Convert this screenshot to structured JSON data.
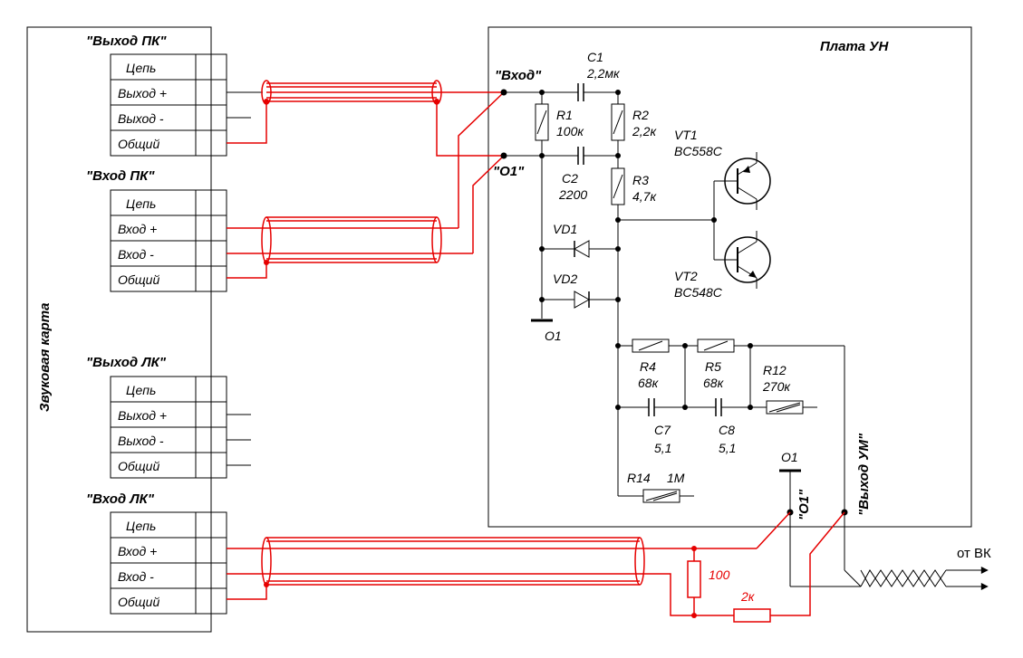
{
  "sound_card": {
    "label": "Звуковая карта",
    "blocks": [
      {
        "title": "\"Выход ПК\"",
        "rows": [
          "Цепь",
          "Выход +",
          "Выход -",
          "Общий"
        ]
      },
      {
        "title": "\"Вход ПК\"",
        "rows": [
          "Цепь",
          "Вход +",
          "Вход -",
          "Общий"
        ]
      },
      {
        "title": "\"Выход ЛК\"",
        "rows": [
          "Цепь",
          "Выход +",
          "Выход -",
          "Общий"
        ]
      },
      {
        "title": "\"Вход ЛК\"",
        "rows": [
          "Цепь",
          "Вход +",
          "Вход -",
          "Общий"
        ]
      }
    ]
  },
  "board": {
    "title": "Плата УН",
    "input_label": "\"Вход\"",
    "o1_label": "\"O1\"",
    "ground_label": "O1",
    "c1": {
      "name": "C1",
      "value": "2,2мк"
    },
    "c2": {
      "name": "C2",
      "value": "2200"
    },
    "r1": {
      "name": "R1",
      "value": "100к"
    },
    "r2": {
      "name": "R2",
      "value": "2,2к"
    },
    "r3": {
      "name": "R3",
      "value": "4,7к"
    },
    "vt1": {
      "name": "VT1",
      "value": "BC558C"
    },
    "vt2": {
      "name": "VT2",
      "value": "BC548C"
    },
    "vd1": "VD1",
    "vd2": "VD2",
    "r4": {
      "name": "R4",
      "value": "68к"
    },
    "r5": {
      "name": "R5",
      "value": "68к"
    },
    "r12": {
      "name": "R12",
      "value": "270к"
    },
    "c7": {
      "name": "C7",
      "value": "5,1"
    },
    "c8": {
      "name": "C8",
      "value": "5,1"
    },
    "r14": {
      "name": "R14",
      "value": "1M"
    },
    "o1_top_label": "O1",
    "o1_out_label": "\"O1\"",
    "out_um_label": "\"Выход УМ\""
  },
  "external": {
    "r_100": "100",
    "r_2k": "2к",
    "from_vk": "от ВК"
  },
  "colors": {
    "wire": "#000000",
    "cable": "#e60000",
    "background": "#ffffff"
  }
}
